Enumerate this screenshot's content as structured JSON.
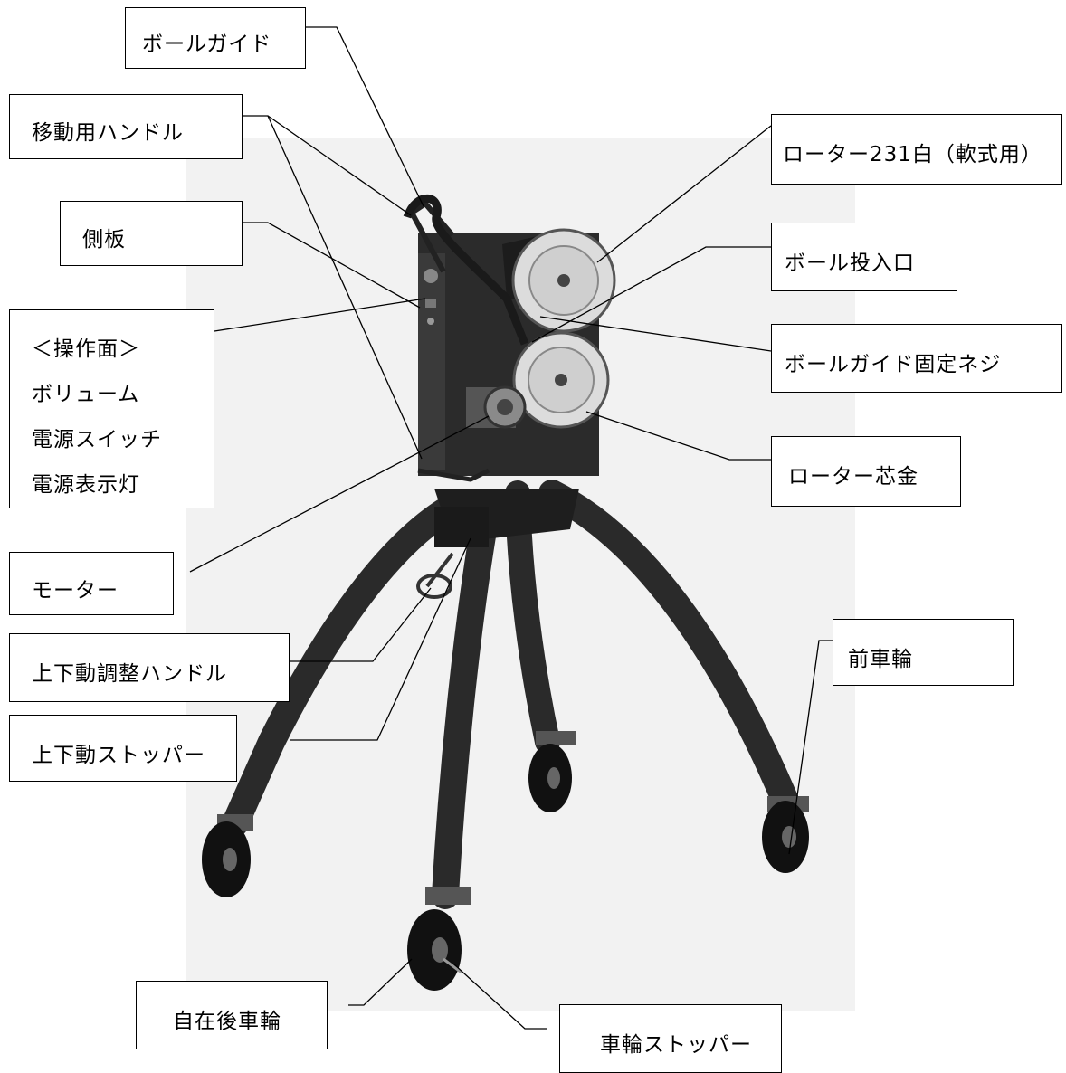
{
  "diagram": {
    "labels": {
      "ball_guide": "ボールガイド",
      "moving_handle": "移動用ハンドル",
      "side_plate": "側板",
      "control_panel": [
        "＜操作面＞",
        "ボリューム",
        "電源スイッチ",
        "電源表示灯"
      ],
      "motor": "モーター",
      "vertical_adjust_handle": "上下動調整ハンドル",
      "vertical_stopper": "上下動ストッパー",
      "caster_rear_wheel": "自在後車輪",
      "wheel_stopper": "車輪ストッパー",
      "front_wheel": "前車輪",
      "roller_core": "ローター芯金",
      "ball_guide_fixing_screw": "ボールガイド固定ネジ",
      "ball_inlet": "ボール投入口",
      "rotor_231": "ローター231白（軟式用）"
    }
  }
}
